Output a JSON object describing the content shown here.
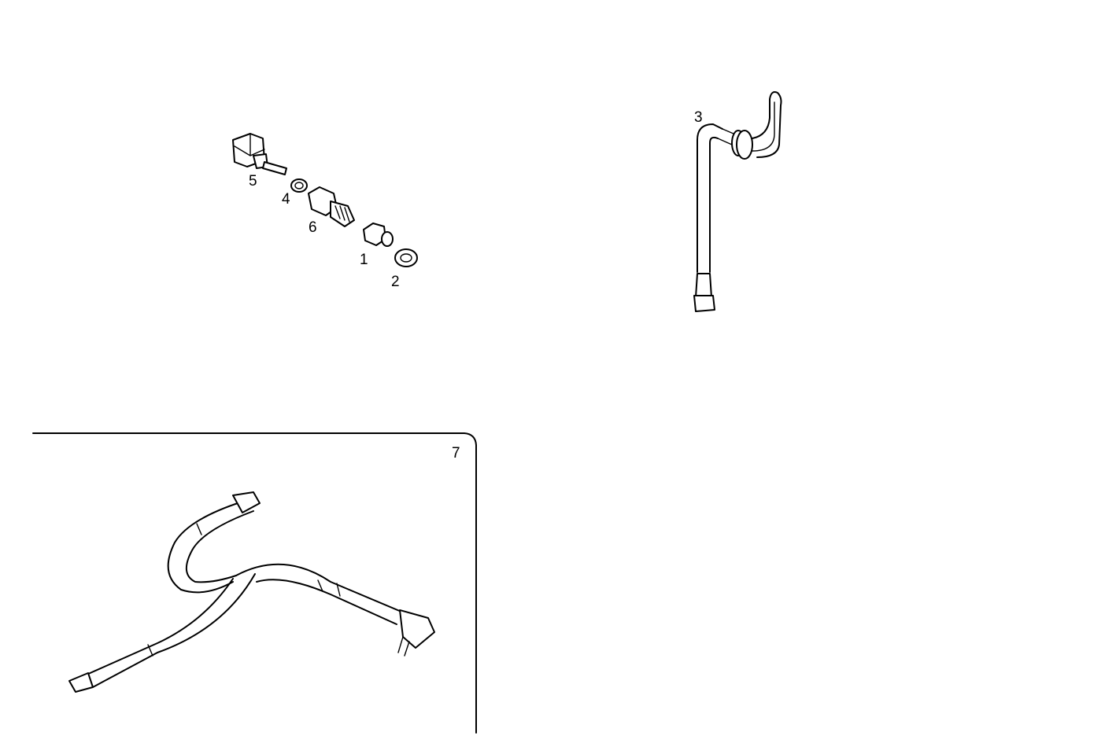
{
  "callouts": {
    "part_1": "1",
    "part_2": "2",
    "part_3": "3",
    "part_4": "4",
    "part_5": "5",
    "part_6": "6",
    "part_7": "7"
  },
  "colors": {
    "line": "#000000",
    "background": "#ffffff"
  }
}
